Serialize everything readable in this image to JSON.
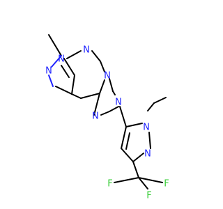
{
  "structure": {
    "colors": {
      "carbon": "#000000",
      "nitrogen": "#1e22ff",
      "fluorine": "#33cc33",
      "background": "#ffffff"
    },
    "atom_labels": {
      "n_methyl_top": "N",
      "n_pyrazole_left": "N",
      "n_pyrimidine_top": "N",
      "n_bridge": "N",
      "n_triazole_right": "N",
      "n_triazole_bottom": "N",
      "n_methylpyrazole_1": "N",
      "n_methylpyrazole_2": "N",
      "f_left": "F",
      "f_bottom": "F",
      "f_right": "F"
    }
  }
}
